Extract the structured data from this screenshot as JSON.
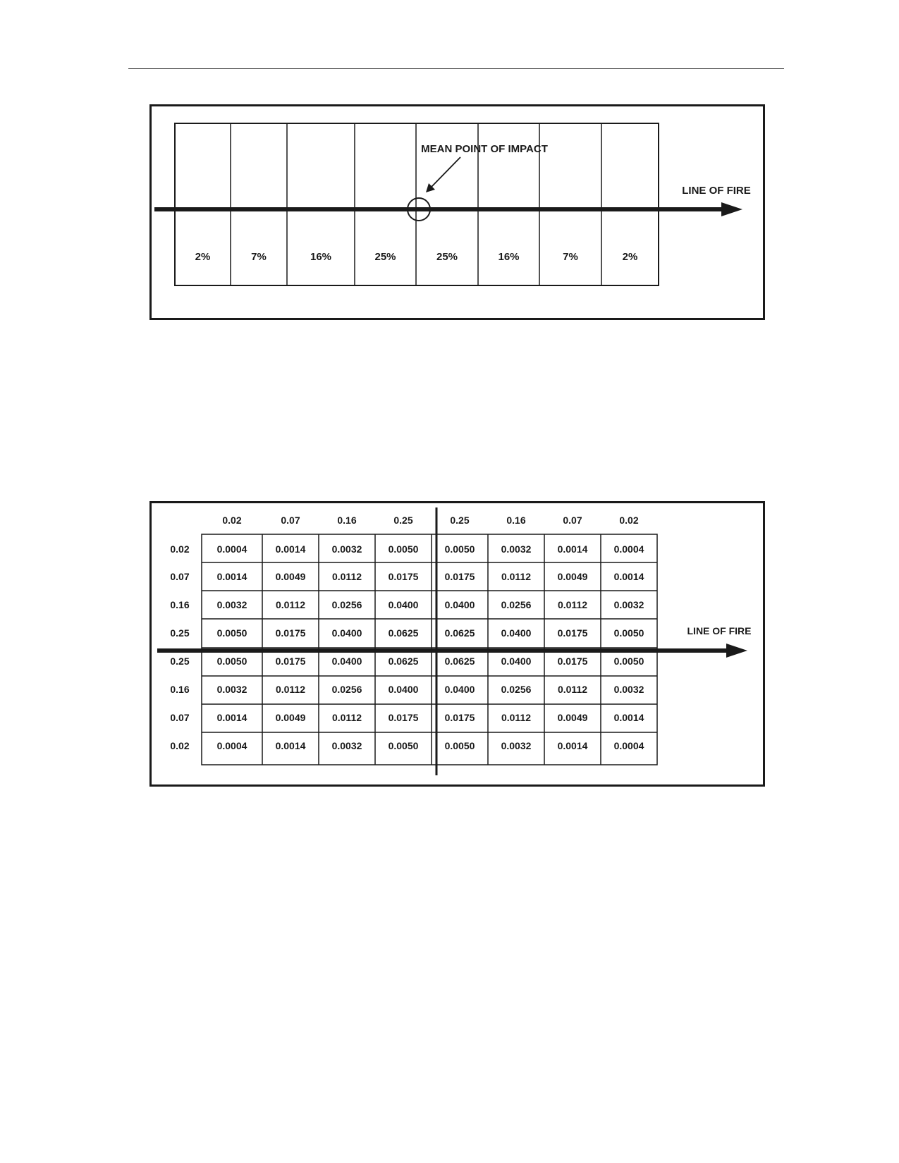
{
  "figure1": {
    "mean_point_label": "MEAN POINT OF IMPACT",
    "line_of_fire_label": "LINE OF FIRE",
    "zones": [
      "2%",
      "7%",
      "16%",
      "25%",
      "25%",
      "16%",
      "7%",
      "2%"
    ]
  },
  "figure2": {
    "line_of_fire_label": "LINE OF FIRE",
    "column_headers": [
      "0.02",
      "0.07",
      "0.16",
      "0.25",
      "0.25",
      "0.16",
      "0.07",
      "0.02"
    ],
    "row_headers": [
      "0.02",
      "0.07",
      "0.16",
      "0.25",
      "0.25",
      "0.16",
      "0.07",
      "0.02"
    ],
    "cells": [
      [
        "0.0004",
        "0.0014",
        "0.0032",
        "0.0050",
        "0.0050",
        "0.0032",
        "0.0014",
        "0.0004"
      ],
      [
        "0.0014",
        "0.0049",
        "0.0112",
        "0.0175",
        "0.0175",
        "0.0112",
        "0.0049",
        "0.0014"
      ],
      [
        "0.0032",
        "0.0112",
        "0.0256",
        "0.0400",
        "0.0400",
        "0.0256",
        "0.0112",
        "0.0032"
      ],
      [
        "0.0050",
        "0.0175",
        "0.0400",
        "0.0625",
        "0.0625",
        "0.0400",
        "0.0175",
        "0.0050"
      ],
      [
        "0.0050",
        "0.0175",
        "0.0400",
        "0.0625",
        "0.0625",
        "0.0400",
        "0.0175",
        "0.0050"
      ],
      [
        "0.0032",
        "0.0112",
        "0.0256",
        "0.0400",
        "0.0400",
        "0.0256",
        "0.0112",
        "0.0032"
      ],
      [
        "0.0014",
        "0.0049",
        "0.0112",
        "0.0175",
        "0.0175",
        "0.0112",
        "0.0049",
        "0.0014"
      ],
      [
        "0.0004",
        "0.0014",
        "0.0032",
        "0.0050",
        "0.0050",
        "0.0032",
        "0.0014",
        "0.0004"
      ]
    ]
  }
}
